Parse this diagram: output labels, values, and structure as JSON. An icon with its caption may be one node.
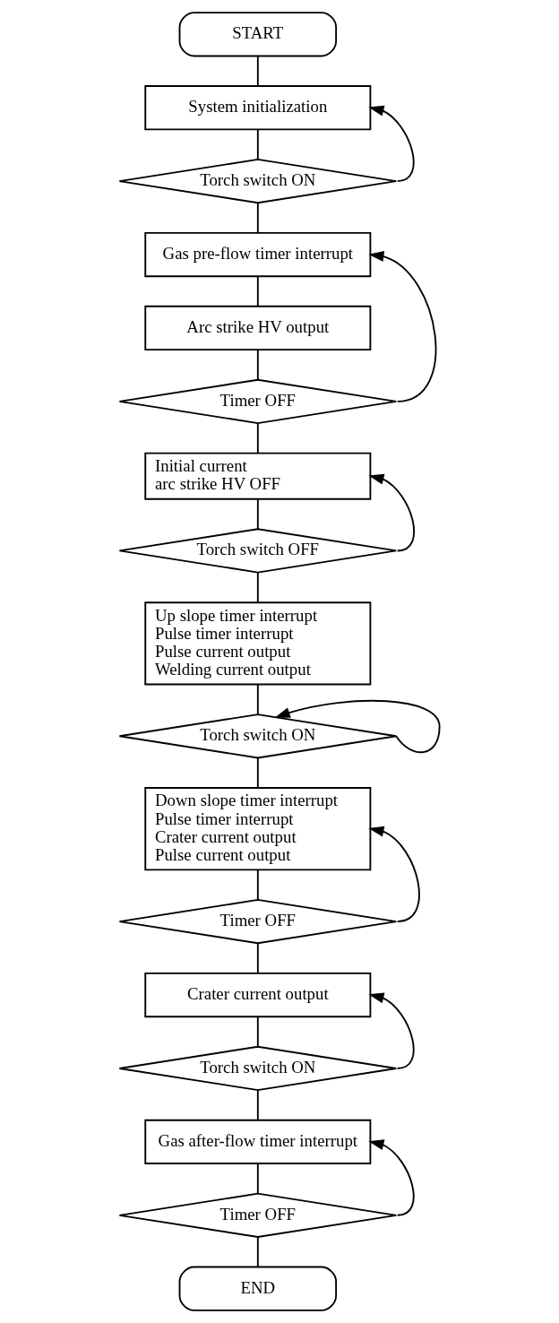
{
  "diagram": {
    "nodes": [
      {
        "text": [
          "START"
        ]
      },
      {
        "text": [
          "System initialization"
        ]
      },
      {
        "text": [
          "Torch switch ON"
        ]
      },
      {
        "text": [
          "Gas pre-flow timer interrupt"
        ]
      },
      {
        "text": [
          "Arc strike HV output"
        ]
      },
      {
        "text": [
          "Timer OFF"
        ]
      },
      {
        "text": [
          "Initial current",
          "arc strike HV OFF"
        ]
      },
      {
        "text": [
          "Torch switch OFF"
        ]
      },
      {
        "text": [
          "Up slope timer interrupt",
          "Pulse timer interrupt",
          "Pulse current output",
          "Welding current output"
        ]
      },
      {
        "text": [
          "Torch switch ON"
        ]
      },
      {
        "text": [
          "Down slope timer interrupt",
          "Pulse timer interrupt",
          "Crater current output",
          "Pulse current output"
        ]
      },
      {
        "text": [
          "Timer OFF"
        ]
      },
      {
        "text": [
          "Crater current output"
        ]
      },
      {
        "text": [
          "Torch switch ON"
        ]
      },
      {
        "text": [
          "Gas after-flow timer interrupt"
        ]
      },
      {
        "text": [
          "Timer OFF"
        ]
      },
      {
        "text": [
          "END"
        ]
      }
    ],
    "edges": [
      {
        "from": 0,
        "to": 1,
        "arrow": "none"
      },
      {
        "from": 1,
        "to": 2,
        "arrow": "none"
      },
      {
        "from": 2,
        "to": 3,
        "arrow": "none"
      },
      {
        "from": 3,
        "to": 4,
        "arrow": "none"
      },
      {
        "from": 4,
        "to": 5,
        "arrow": "none"
      },
      {
        "from": 5,
        "to": 6,
        "arrow": "none"
      },
      {
        "from": 6,
        "to": 7,
        "arrow": "none"
      },
      {
        "from": 7,
        "to": 8,
        "arrow": "none"
      },
      {
        "from": 8,
        "to": 9,
        "arrow": "none"
      },
      {
        "from": 9,
        "to": 10,
        "arrow": "none"
      },
      {
        "from": 10,
        "to": 11,
        "arrow": "none"
      },
      {
        "from": 11,
        "to": 12,
        "arrow": "none"
      },
      {
        "from": 12,
        "to": 13,
        "arrow": "none"
      },
      {
        "from": 13,
        "to": 14,
        "arrow": "none"
      },
      {
        "from": 14,
        "to": 15,
        "arrow": "none"
      },
      {
        "from": 15,
        "to": 16,
        "arrow": "none"
      },
      {
        "from": 2,
        "to": 1,
        "arrow": "to"
      },
      {
        "from": 5,
        "to": 3,
        "arrow": "to"
      },
      {
        "from": 7,
        "to": 6,
        "arrow": "to"
      },
      {
        "from": 9,
        "to": 9,
        "arrow": "to"
      },
      {
        "from": 11,
        "to": 10,
        "arrow": "to"
      },
      {
        "from": 13,
        "to": 12,
        "arrow": "to"
      },
      {
        "from": 15,
        "to": 14,
        "arrow": "to"
      }
    ]
  }
}
